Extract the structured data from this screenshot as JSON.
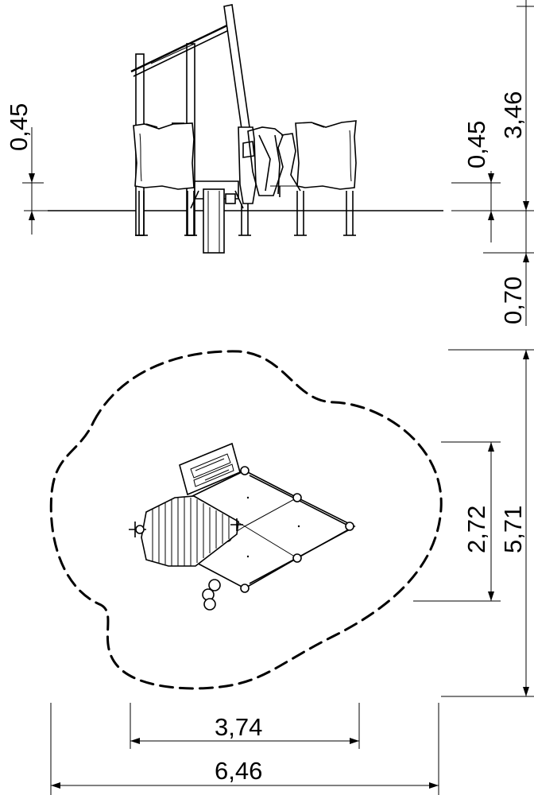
{
  "dimensions": {
    "elevation_left_height": "0,45",
    "elevation_right_small": "0,45",
    "elevation_total_height": "3,46",
    "elevation_foundation_depth": "0,70",
    "plan_equipment_depth": "2,72",
    "plan_safety_depth": "5,71",
    "plan_equipment_width": "3,74",
    "plan_safety_width": "6,46"
  }
}
